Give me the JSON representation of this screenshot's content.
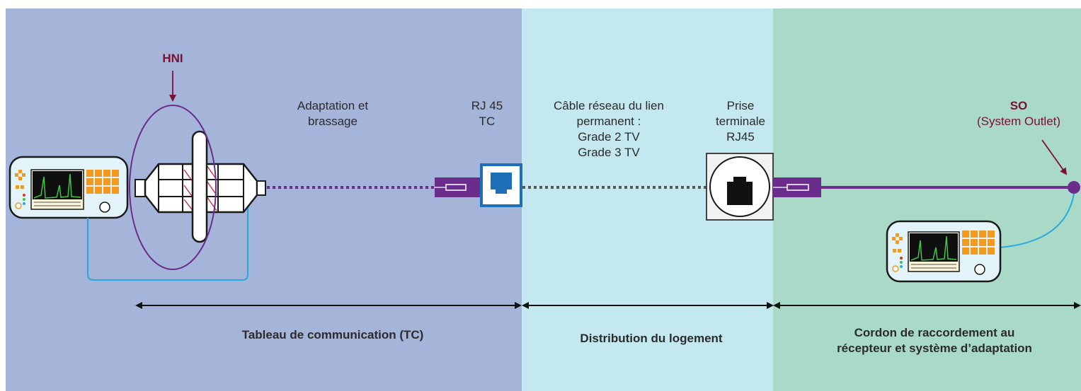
{
  "labels": {
    "hni": "HNI",
    "adaptation_line1": "Adaptation et",
    "adaptation_line2": "brassage",
    "rj45tc_line1": "RJ 45",
    "rj45tc_line2": "TC",
    "cable_line1": "Câble réseau du lien",
    "cable_line2": "permanent :",
    "cable_line3": "Grade 2 TV",
    "cable_line4": "Grade 3 TV",
    "prise_line1": "Prise",
    "prise_line2": "terminale",
    "prise_line3": "RJ45",
    "so": "SO",
    "so_sub": "(System Outlet)"
  },
  "sections": {
    "tc": "Tableau de communication (TC)",
    "distribution": "Distribution du logement",
    "cordon_line1": "Cordon de raccordement au",
    "cordon_line2": "récepteur et système d’adaptation"
  },
  "colors": {
    "zone_tc": "#a5b4d9",
    "zone_distribution": "#c3e8ef",
    "zone_cordon": "#a9d9c7",
    "cable_purple": "#6b2d8b",
    "accent_maroon": "#7b1033",
    "cord_blue": "#29a8e0",
    "rj45_blue": "#1d6fb8"
  }
}
